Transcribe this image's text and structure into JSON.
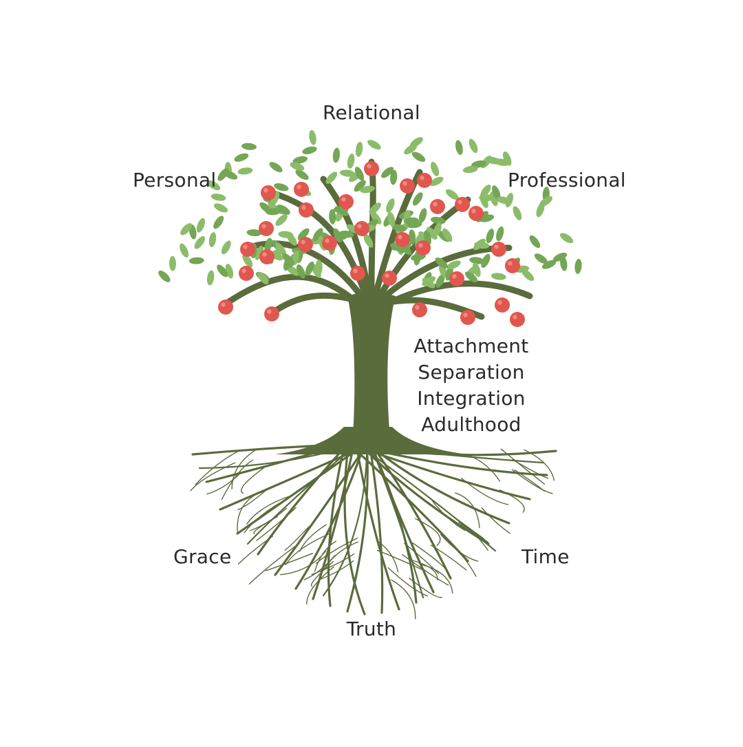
{
  "fruits_labels": {
    "top": "Relational",
    "left": "Personal",
    "right": "Professional"
  },
  "trunk_stages": [
    "Attachment",
    "Separation",
    "Integration",
    "Adulthood"
  ],
  "roots_labels": {
    "left": "Grace",
    "right": "Time",
    "bottom": "Truth"
  },
  "colors": {
    "trunk": "#5a6b3c",
    "leaf": "#8cbc6a",
    "leaf_dark": "#74a655",
    "apple": "#e0574f",
    "apple_highlight": "#f08a80",
    "text": "#2a2a2a"
  }
}
